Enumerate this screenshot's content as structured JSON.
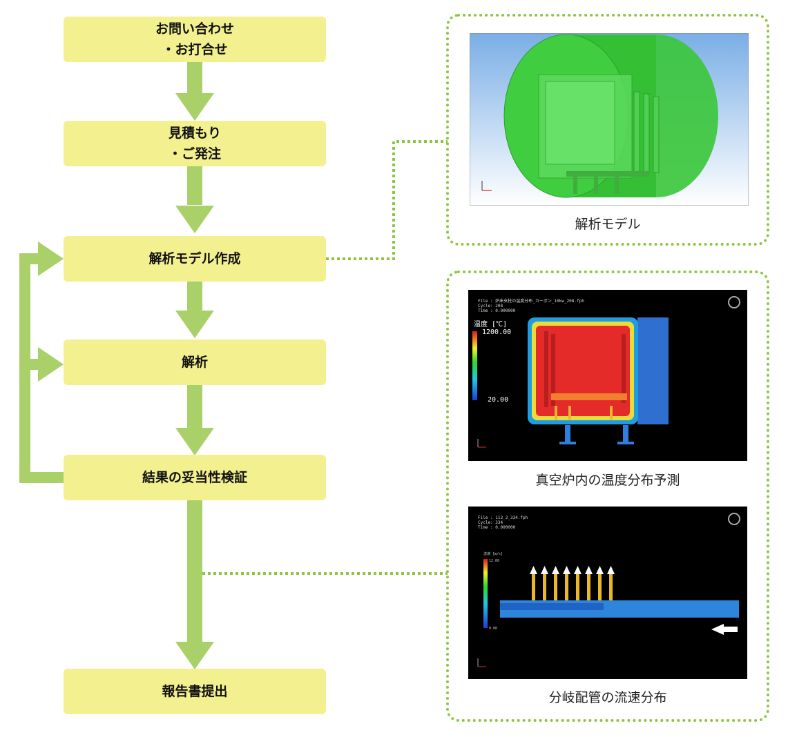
{
  "steps": [
    {
      "line1": "お問い合わせ",
      "line2": "・お打合せ"
    },
    {
      "line1": "見積もり",
      "line2": "・ご発注"
    },
    {
      "line1": "解析モデル作成"
    },
    {
      "line1": "解析"
    },
    {
      "line1": "結果の妥当性検証"
    },
    {
      "line1": "報告書提出"
    }
  ],
  "panels": {
    "model": {
      "caption": "解析モデル"
    },
    "temperature": {
      "caption": "真空炉内の温度分布予測",
      "file_label": "File  : 炉床支柱の温度分布_カーボン_10kw_208.fph",
      "cycle_label": "Cycle: 208",
      "time_label": "Time : 0.000000",
      "legend_title": "温度 [℃]",
      "legend_max": "1200.00",
      "legend_min": "20.00"
    },
    "flow": {
      "caption": "分岐配管の流速分布",
      "file_label": "File  : 113_2_334.fph",
      "cycle_label": "Cycle: 334",
      "time_label": "Time : 0.000000",
      "legend_title": "流速 [m/s]",
      "legend_max": "12.00",
      "legend_min": "0.00"
    }
  },
  "colors": {
    "step_fill": "#f3f08f",
    "flow_arrow": "#a9d069",
    "dotted_border": "#8cc63f"
  }
}
